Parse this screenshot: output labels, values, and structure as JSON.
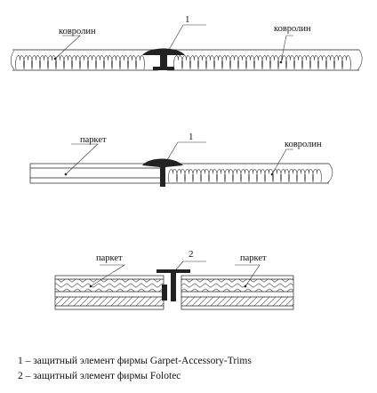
{
  "panels": [
    {
      "id": "carpet-carpet",
      "label_left": "ковролин",
      "label_right": "ковролин",
      "marker": "1"
    },
    {
      "id": "parquet-carpet",
      "label_left": "паркет",
      "label_right": "ковролин",
      "marker": "1"
    },
    {
      "id": "parquet-parquet",
      "label_left": "паркет",
      "label_right": "паркет",
      "marker": "2"
    }
  ],
  "legend": [
    "1 – защитный элемент фирмы Garpet-Accessory-Trims",
    "2 – защитный элемент фирмы Folotec"
  ]
}
